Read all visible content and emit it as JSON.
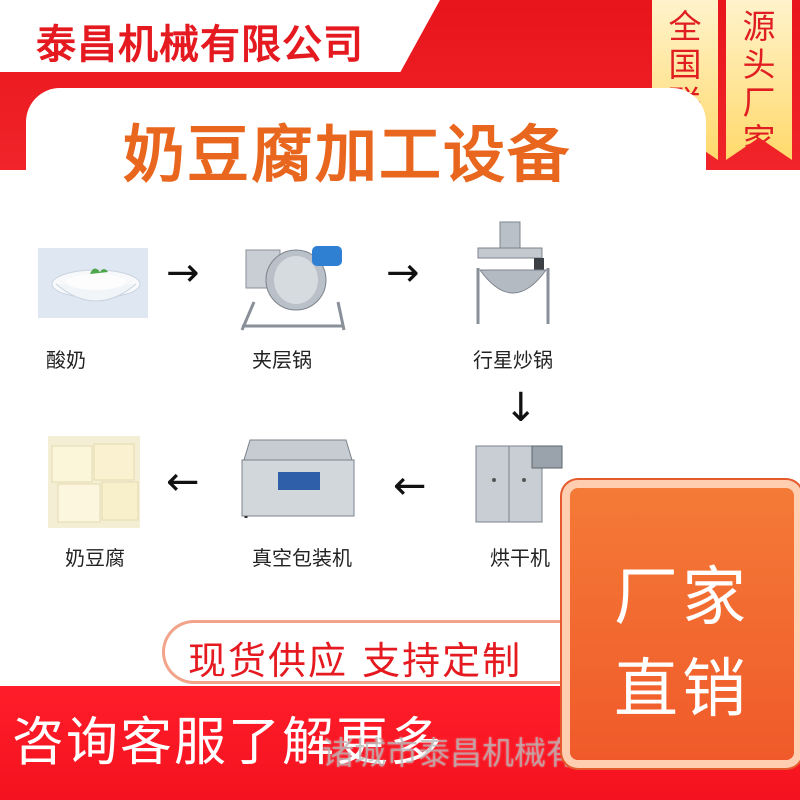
{
  "brand": {
    "company_name": "泰昌机械有限公司"
  },
  "headline": {
    "title": "奶豆腐加工设备"
  },
  "ribbons": [
    {
      "text": "全国联保"
    },
    {
      "text": "源头厂家"
    }
  ],
  "flow": {
    "steps": [
      {
        "label": "酸奶",
        "icon": "yogurt-image"
      },
      {
        "label": "夹层锅",
        "icon": "jacketed-kettle-image"
      },
      {
        "label": "行星炒锅",
        "icon": "planetary-wok-image"
      },
      {
        "label": "烘干机",
        "icon": "dryer-image"
      },
      {
        "label": "真空包装机",
        "icon": "vacuum-packer-image"
      },
      {
        "label": "奶豆腐",
        "icon": "milk-tofu-image"
      }
    ],
    "arrows": [
      "→",
      "→",
      "↓",
      "←",
      "←"
    ]
  },
  "banner": {
    "supply_text": "现货供应 支持定制"
  },
  "footer": {
    "consult_text": "咨询客服了解更多",
    "watermark": "诸城市泰昌机械有限公司"
  },
  "direct_sale": {
    "line1": "厂家",
    "line2": "直销"
  },
  "colors": {
    "brand_red": "#e8151b",
    "title_orange": "#e8661d",
    "badge_orange": "#f05a2a",
    "ribbon_yellow": "#ffd96b"
  }
}
